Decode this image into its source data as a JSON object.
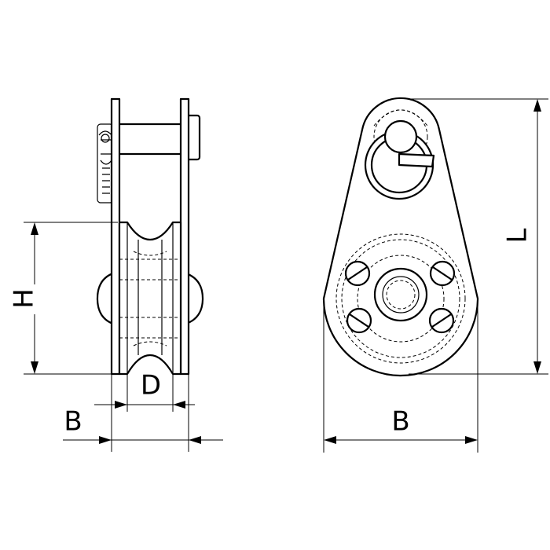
{
  "labels": {
    "height": "H",
    "diameter": "D",
    "side_width": "B",
    "front_width": "B",
    "length": "L"
  },
  "icons": {
    "side_view": "pulley-block-side-view",
    "front_view": "pulley-block-front-view"
  },
  "colors": {
    "line": "#000000",
    "background": "#ffffff"
  }
}
